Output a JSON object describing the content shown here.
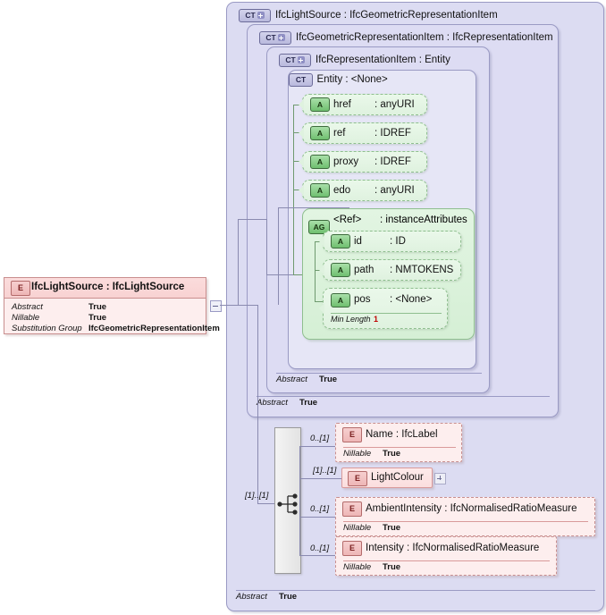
{
  "diagram": {
    "kind": "xsd-schema-diagram",
    "root_element": {
      "badge": "E",
      "title": "IfcLightSource : IfcLightSource",
      "properties": [
        {
          "key": "Abstract",
          "value": "True"
        },
        {
          "key": "Nillable",
          "value": "True"
        },
        {
          "key": "Substitution Group",
          "value": "IfcGeometricRepresentationItem"
        }
      ]
    },
    "complex_types": [
      {
        "badge": "CT",
        "expandable": true,
        "title": "IfcLightSource : IfcGeometricRepresentationItem",
        "footer": {
          "key": "Abstract",
          "value": "True"
        }
      },
      {
        "badge": "CT",
        "expandable": true,
        "title": "IfcGeometricRepresentationItem : IfcRepresentationItem",
        "footer": {
          "key": "Abstract",
          "value": "True"
        }
      },
      {
        "badge": "CT",
        "expandable": true,
        "title": "IfcRepresentationItem : Entity",
        "footer": {
          "key": "Abstract",
          "value": "True"
        }
      },
      {
        "badge": "CT",
        "expandable": false,
        "title": "Entity    : <None>",
        "footer": null
      }
    ],
    "attributes": [
      {
        "badge": "A",
        "name": "href",
        "type": ": anyURI"
      },
      {
        "badge": "A",
        "name": "ref",
        "type": ": IDREF"
      },
      {
        "badge": "A",
        "name": "proxy",
        "type": ": IDREF"
      },
      {
        "badge": "A",
        "name": "edo",
        "type": ": anyURI"
      }
    ],
    "attribute_group": {
      "badge": "AG",
      "name": "<Ref>",
      "type": ": instanceAttributes",
      "attributes": [
        {
          "badge": "A",
          "name": "id",
          "type": ": ID",
          "facet": null
        },
        {
          "badge": "A",
          "name": "path",
          "type": ": NMTOKENS",
          "facet": null
        },
        {
          "badge": "A",
          "name": "pos",
          "type": ": <None>",
          "facet": {
            "key": "Min Length",
            "value": "1"
          }
        }
      ]
    },
    "compositor": {
      "type": "sequence",
      "occurrence": "[1]..[1]"
    },
    "child_elements": [
      {
        "badge": "E",
        "occurrence": "0..[1]",
        "title": "Name    : IfcLabel",
        "detail": {
          "key": "Nillable",
          "value": "True"
        },
        "expandable": false,
        "dashed": true
      },
      {
        "badge": "E",
        "occurrence": "[1]..[1]",
        "title": "LightColour",
        "detail": null,
        "expandable": true,
        "dashed": false
      },
      {
        "badge": "E",
        "occurrence": "0..[1]",
        "title": "AmbientIntensity : IfcNormalisedRatioMeasure",
        "detail": {
          "key": "Nillable",
          "value": "True"
        },
        "expandable": false,
        "dashed": true
      },
      {
        "badge": "E",
        "occurrence": "0..[1]",
        "title": "Intensity : IfcNormalisedRatioMeasure",
        "detail": {
          "key": "Nillable",
          "value": "True"
        },
        "expandable": false,
        "dashed": true
      }
    ],
    "colors": {
      "complex_type_bg": "#dcdcf2",
      "complex_type_border": "#9a9ac4",
      "attribute_bg": "#e3f4e3",
      "attribute_border": "#8fbf8f",
      "element_bg": "#fbdede",
      "element_border": "#c98f8f",
      "facet_value": "#c00000",
      "connector": "#8a8ab0"
    }
  }
}
